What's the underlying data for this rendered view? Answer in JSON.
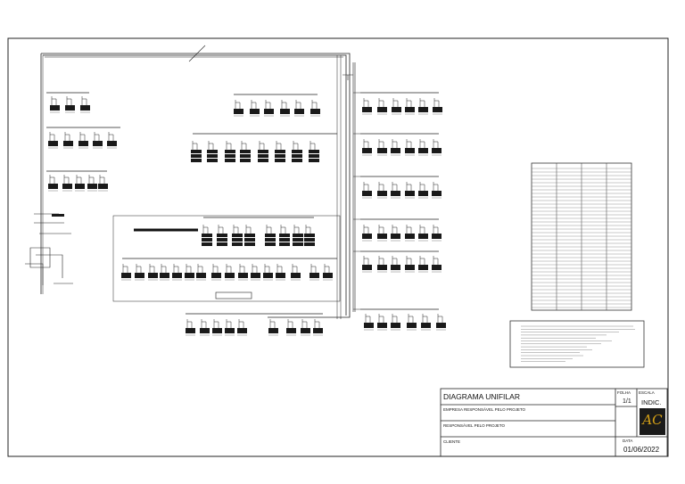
{
  "title_block": {
    "title": "DIAGRAMA UNIFILAR",
    "empresa_label": "EMPRESA RESPONSÁVEL PELO PROJETO",
    "responsavel_label": "RESPONSÁVEL PELO PROJETO",
    "cliente_label": "CLIENTE",
    "folha_label": "FOLHA",
    "folha_value": "1/1",
    "escala_label": "ESCALA",
    "escala_value": "INDIC.",
    "data_label": "DATA",
    "data_value": "01/06/2022",
    "logo_text": "AC"
  },
  "colors": {
    "line": "#1a1a1a",
    "fill": "#1a1a1a",
    "logo_bg": "#1a1a1a",
    "logo_fg": "#d4a017"
  }
}
